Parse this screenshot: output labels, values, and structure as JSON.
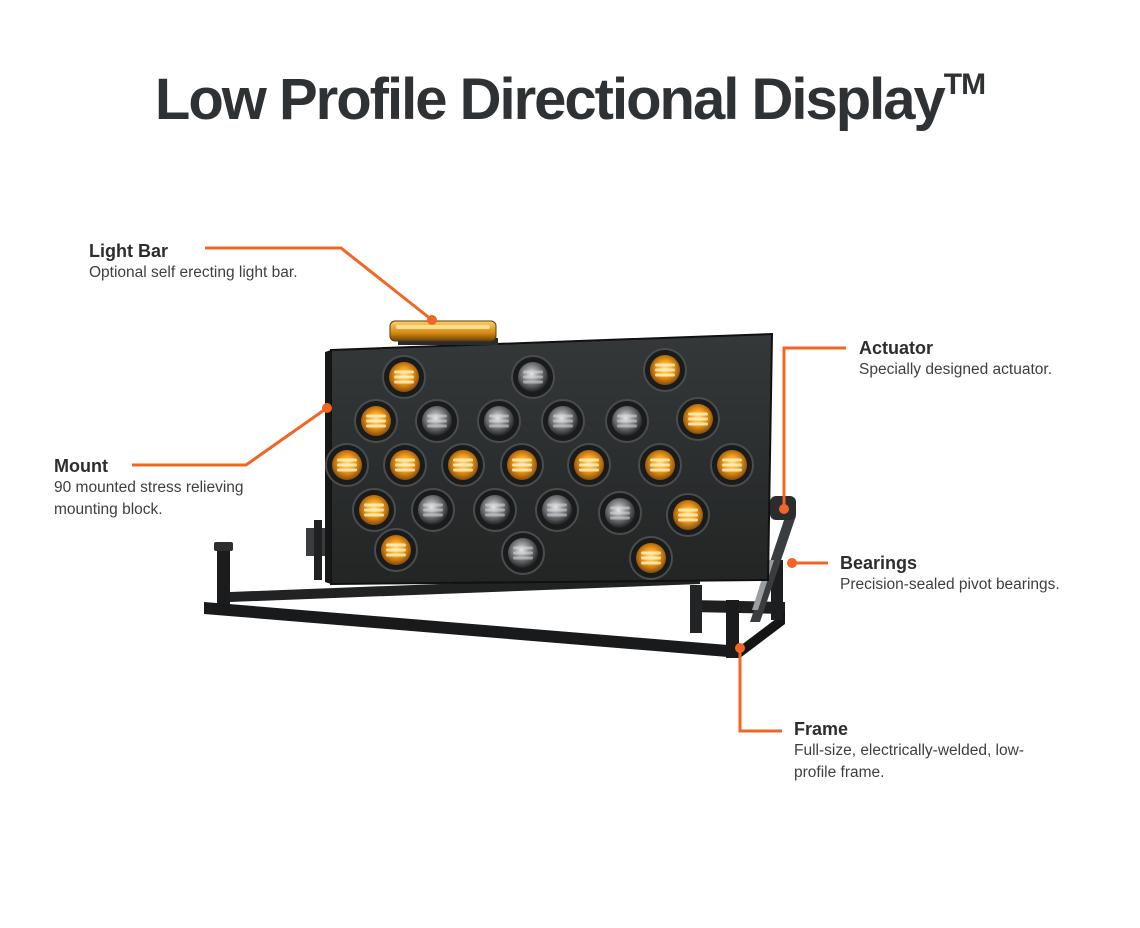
{
  "title": {
    "main": "Low Profile Directional Display",
    "mark": "TM"
  },
  "accent_color": "#f26522",
  "board_color": "#2a2c2c",
  "lamp_on_color": "#f7a21b",
  "callouts": {
    "light_bar": {
      "title": "Light Bar",
      "desc": "Optional self erecting light bar."
    },
    "mount": {
      "title": "Mount",
      "desc": "90 mounted stress relieving mounting block."
    },
    "actuator": {
      "title": "Actuator",
      "desc": "Specially designed actuator."
    },
    "bearings": {
      "title": "Bearings",
      "desc": "Precision-sealed pivot bearings."
    },
    "frame": {
      "title": "Frame",
      "desc": "Full-size, electrically-welded, low-profile frame."
    }
  }
}
